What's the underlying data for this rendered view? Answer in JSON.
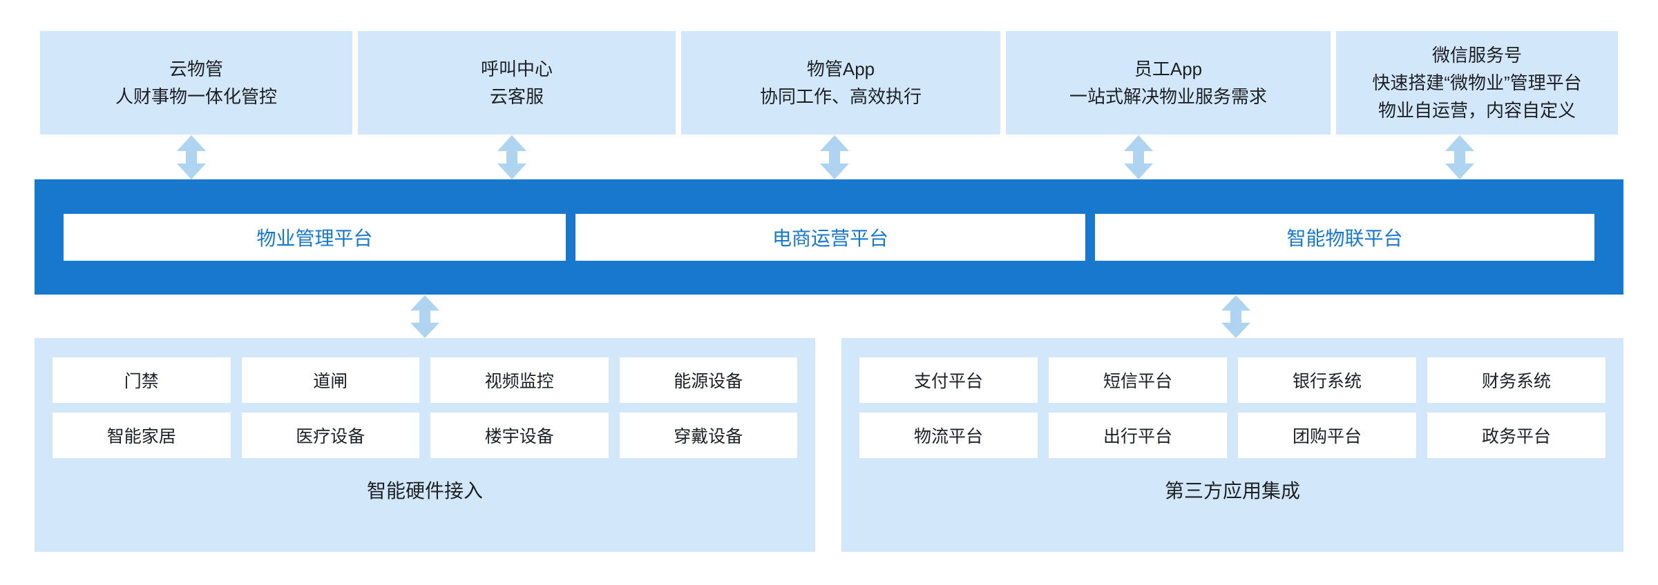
{
  "colors": {
    "panel_blue": "#d3e7fa",
    "band_blue": "#1878ce",
    "arrow_blue": "#aed4f2",
    "box_white": "#ffffff",
    "text_dark": "#1c2024"
  },
  "top_channels": [
    {
      "title": "云物管",
      "lines": [
        "云物管",
        "人财事物一体化管控"
      ]
    },
    {
      "title": "呼叫中心",
      "lines": [
        "呼叫中心",
        "云客服"
      ]
    },
    {
      "title": "物管App",
      "lines": [
        "物管App",
        "协同工作、高效执行"
      ]
    },
    {
      "title": "员工App",
      "lines": [
        "员工App",
        "一站式解决物业服务需求"
      ]
    },
    {
      "title": "微信服务号",
      "lines": [
        "微信服务号",
        "快速搭建“微物业”管理平台",
        "物业自运营，内容自定义"
      ]
    }
  ],
  "platform_band": {
    "platforms": [
      {
        "label": "物业管理平台"
      },
      {
        "label": "电商运营平台"
      },
      {
        "label": "智能物联平台"
      }
    ]
  },
  "bottom_panels": [
    {
      "caption": "智能硬件接入",
      "items": [
        "门禁",
        "道闸",
        "视频监控",
        "能源设备",
        "智能家居",
        "医疗设备",
        "楼宇设备",
        "穿戴设备"
      ]
    },
    {
      "caption": "第三方应用集成",
      "items": [
        "支付平台",
        "短信平台",
        "银行系统",
        "财务系统",
        "物流平台",
        "出行平台",
        "团购平台",
        "政务平台"
      ]
    }
  ],
  "connectors": {
    "icon": "double-arrow-vertical-icon",
    "top_count": 5,
    "bottom_count": 2
  }
}
